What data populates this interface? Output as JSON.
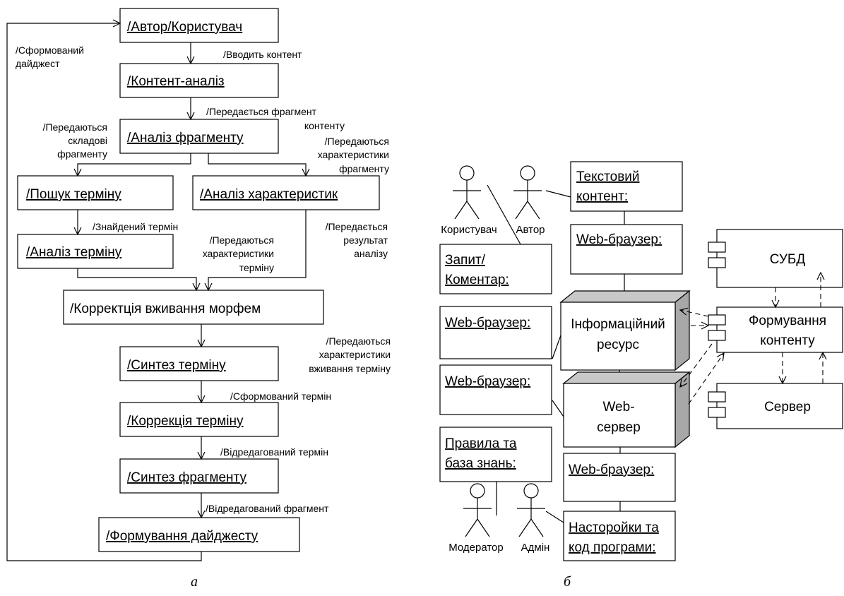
{
  "diagram_a": {
    "caption": "а",
    "boxes": {
      "author_user": "/Автор/Користувач",
      "content_analysis": "/Контент-аналіз",
      "fragment_analysis": "/Аналіз фрагменту",
      "term_search": "/Пошук терміну",
      "characteristics_analysis": "/Аналіз характеристик",
      "term_analysis": "/Аналіз терміну",
      "morpheme_correction": "/Корректція вживання морфем",
      "term_synthesis": "/Синтез терміну",
      "term_correction": "/Коррекція терміну",
      "fragment_synthesis": "/Синтез фрагменту",
      "digest_formation": "/Формування дайджесту"
    },
    "edges": {
      "digest_l1": "/Сформований",
      "digest_l2": "дайджест",
      "enters_content": "/Вводить контент",
      "fragment_passed_l1": "/Передається фрагмент",
      "fragment_passed_l2": "контенту",
      "components_l1": "/Передаються",
      "components_l2": "складові",
      "components_l3": "фрагменту",
      "frag_chars_l1": "/Передаються",
      "frag_chars_l2": "характеристики",
      "frag_chars_l3": "фрагменту",
      "found_term": "/Знайдений термін",
      "term_chars_l1": "/Передаються",
      "term_chars_l2": "характеристики",
      "term_chars_l3": "терміну",
      "result_l1": "/Передається",
      "result_l2": "результат",
      "result_l3": "аналізу",
      "usage_chars_l1": "/Передаються",
      "usage_chars_l2": "характеристики",
      "usage_chars_l3": "вживання терміну",
      "formed_term": "/Сформований термін",
      "edited_term": "/Відредагований термін",
      "edited_fragment": "/Відредагований фрагмент"
    }
  },
  "diagram_b": {
    "caption": "б",
    "actors": {
      "user": "Користувач",
      "author": "Автор",
      "moderator": "Модератор",
      "admin": "Адмін"
    },
    "objects": {
      "text_content_l1": "Текстовий",
      "text_content_l2": "контент:",
      "browser_author": "Web-браузер:",
      "request_l1": "Запит/",
      "request_l2": "Коментар:",
      "browser_left1": "Web-браузер:",
      "browser_left2": "Web-браузер:",
      "rules_l1": "Правила та",
      "rules_l2": "база знань:",
      "browser_admin": "Web-браузер:",
      "settings_l1": "Насторойки та",
      "settings_l2": "код програми:"
    },
    "nodes": {
      "info_l1": "Інформаційний",
      "info_l2": "ресурс",
      "web_l1": "Web-",
      "web_l2": "сервер"
    },
    "components": {
      "dbms": "СУБД",
      "content_formation_l1": "Формування",
      "content_formation_l2": "контенту",
      "server": "Сервер"
    }
  }
}
